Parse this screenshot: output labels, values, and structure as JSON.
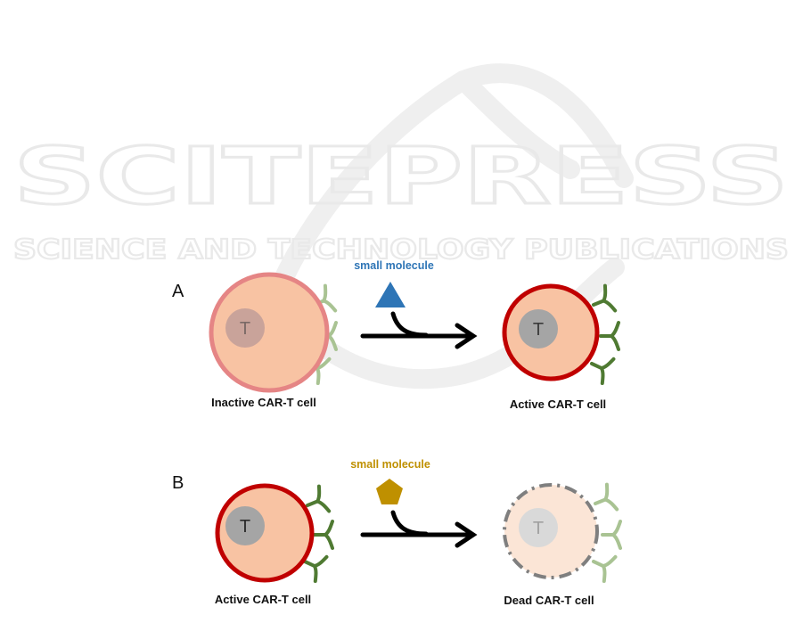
{
  "watermark": {
    "brand": "SCITEPRESS",
    "tagline": "SCIENCE AND TECHNOLOGY PUBLICATIONS"
  },
  "panels": [
    {
      "letter": "A",
      "molecule": {
        "label": "small molecule",
        "shape": "triangle",
        "color": "#2e75b6"
      },
      "cells": [
        {
          "nucleus_letter": "T",
          "caption": "Inactive CAR-T cell",
          "state": "inactive"
        },
        {
          "nucleus_letter": "T",
          "caption": "Active CAR-T cell",
          "state": "active"
        }
      ]
    },
    {
      "letter": "B",
      "molecule": {
        "label": "small molecule",
        "shape": "pentagon",
        "color": "#bf9000"
      },
      "cells": [
        {
          "nucleus_letter": "T",
          "caption": "Active CAR-T cell",
          "state": "active"
        },
        {
          "nucleus_letter": "T",
          "caption": "Dead CAR-T cell",
          "state": "dead"
        }
      ]
    }
  ],
  "colors": {
    "cytoplasm": "#f8c3a3",
    "membrane_active": "#c00000",
    "membrane_inactive": "#e58585",
    "receptor_active": "#4f7a32",
    "receptor_faded": "#a9c393",
    "nucleus_active": "#a5a5a5",
    "arrow": "#000000"
  }
}
